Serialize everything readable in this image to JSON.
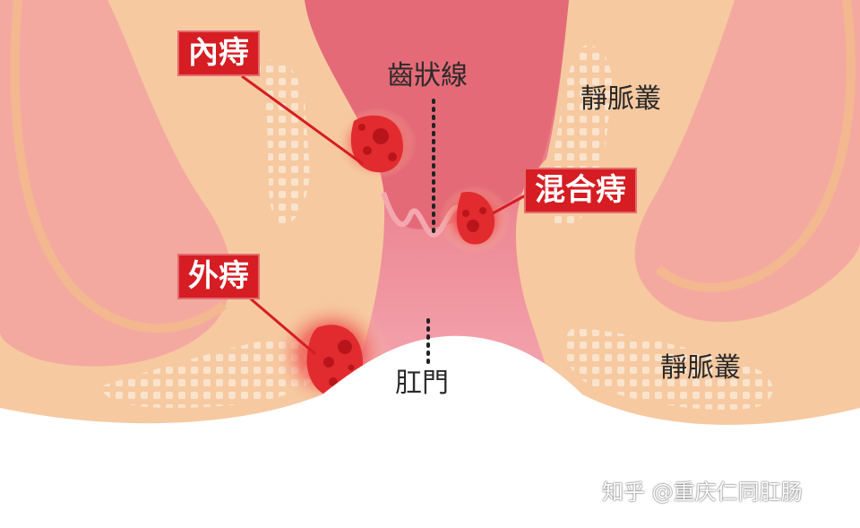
{
  "labels": {
    "internal": "內痔",
    "external": "外痔",
    "mixed": "混合痔",
    "dentate_line": "齒狀線",
    "anus": "肛門",
    "venous_plexus_upper": "靜脈叢",
    "venous_plexus_lower": "靜脈叢"
  },
  "watermark": "知乎 @重庆仁同肛肠",
  "colors": {
    "skin": "#f6c9a0",
    "outer_pink": "#f4a9a0",
    "canal_dark": "#e8707a",
    "canal_light": "#f3a8b0",
    "tag_red": "#d51d23",
    "hemorrhoid_red": "#e02b2b"
  }
}
